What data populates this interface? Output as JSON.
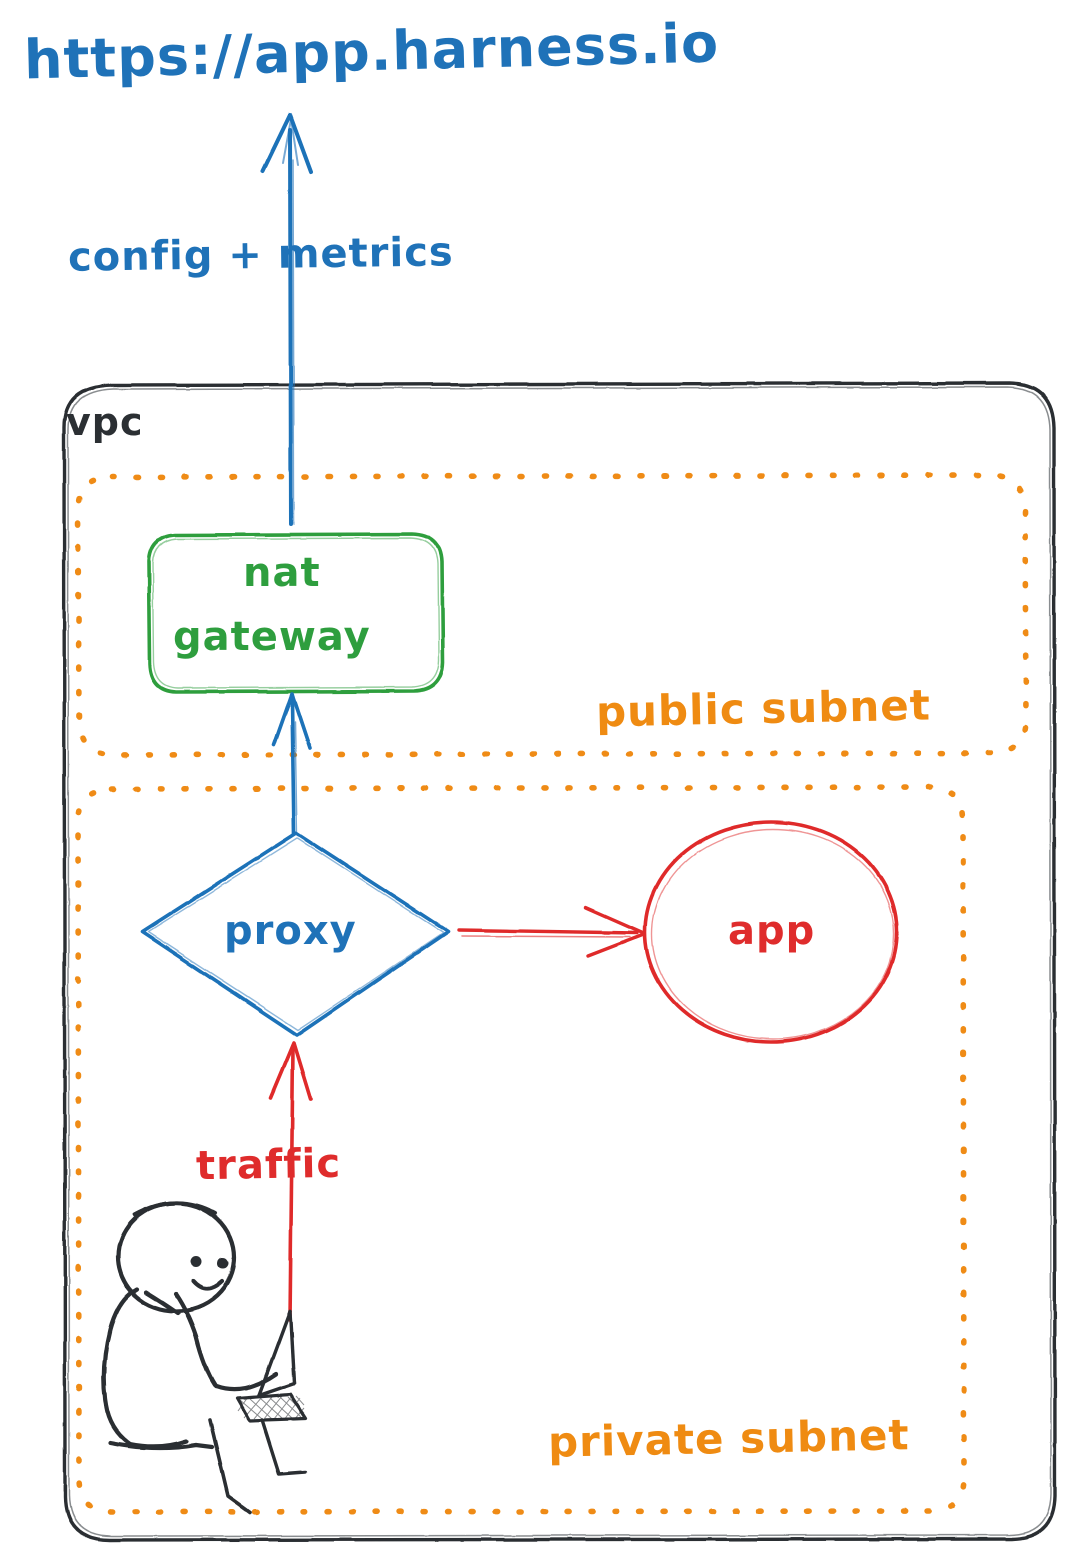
{
  "diagram": {
    "title": "https://app.harness.io",
    "colors": {
      "blue": "#1f72b8",
      "green": "#2e9e3e",
      "orange": "#ef8b12",
      "red": "#df2c2c",
      "black": "#2b2f33"
    },
    "containers": [
      {
        "id": "vpc",
        "label": "vpc",
        "style": "solid-rounded",
        "color": "#2b2f33"
      },
      {
        "id": "public-subnet",
        "label": "public subnet",
        "style": "dotted-rounded",
        "color": "#ef8b12"
      },
      {
        "id": "private-subnet",
        "label": "private subnet",
        "style": "dotted-rounded",
        "color": "#ef8b12"
      }
    ],
    "nodes": [
      {
        "id": "nat-gateway",
        "label_line1": "nat",
        "label_line2": "gateway",
        "shape": "rounded-rect",
        "color": "#2e9e3e",
        "parent": "public-subnet"
      },
      {
        "id": "proxy",
        "label": "proxy",
        "shape": "diamond",
        "color": "#1f72b8",
        "parent": "private-subnet"
      },
      {
        "id": "app",
        "label": "app",
        "shape": "ellipse",
        "color": "#df2c2c",
        "parent": "private-subnet"
      },
      {
        "id": "user",
        "label": "",
        "shape": "stick-figure-with-laptop",
        "color": "#2b2f33",
        "parent": "private-subnet"
      }
    ],
    "edges": [
      {
        "id": "nat-to-internet",
        "from": "nat-gateway",
        "to": "https://app.harness.io",
        "label": "config + metrics",
        "color": "#1f72b8",
        "direction": "up"
      },
      {
        "id": "proxy-to-nat",
        "from": "proxy",
        "to": "nat-gateway",
        "label": "",
        "color": "#1f72b8",
        "direction": "up"
      },
      {
        "id": "proxy-to-app",
        "from": "proxy",
        "to": "app",
        "label": "",
        "color": "#df2c2c",
        "direction": "right"
      },
      {
        "id": "user-to-proxy",
        "from": "user",
        "to": "proxy",
        "label": "traffic",
        "color": "#df2c2c",
        "direction": "up"
      }
    ],
    "labels": {
      "config_metrics": "config + metrics",
      "traffic": "traffic",
      "public_subnet": "public subnet",
      "private_subnet": "private subnet",
      "vpc": "vpc",
      "nat_line1": "nat",
      "nat_line2": "gateway",
      "proxy": "proxy",
      "app": "app",
      "url": "https://app.harness.io"
    }
  }
}
